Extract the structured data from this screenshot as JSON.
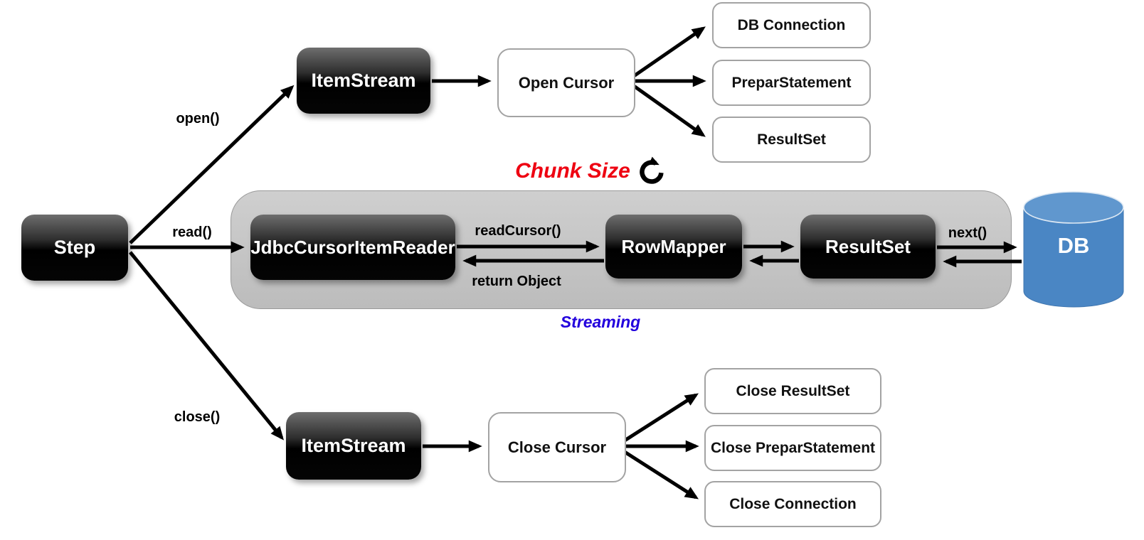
{
  "diagram": {
    "title_hint": "JdbcCursorItemReader flow",
    "step": {
      "label": "Step"
    },
    "edges": {
      "open": "open()",
      "read": "read()",
      "close": "close()",
      "read_cursor": "readCursor()",
      "return_object": "return Object",
      "next": "next()"
    },
    "top": {
      "itemstream": "ItemStream",
      "open_cursor": "Open Cursor",
      "targets": [
        "DB Connection",
        "PreparStatement",
        "ResultSet"
      ]
    },
    "middle": {
      "chunk_size": "Chunk Size",
      "chunk_icon": "refresh-clockwise-icon",
      "reader": "JdbcCursorItemReader",
      "row_mapper": "RowMapper",
      "result_set": "ResultSet",
      "db": "DB",
      "streaming": "Streaming"
    },
    "bottom": {
      "itemstream": "ItemStream",
      "close_cursor": "Close Cursor",
      "targets": [
        "Close ResultSet",
        "Close PreparStatement",
        "Close Connection"
      ]
    },
    "colors": {
      "chunk_red": "#ee0011",
      "streaming_blue": "#2200dd",
      "db_blue": "#4a86c4",
      "db_blue_top": "#6097ce",
      "panel_gray": "#c6c6c6",
      "node_black": "#000000"
    }
  }
}
